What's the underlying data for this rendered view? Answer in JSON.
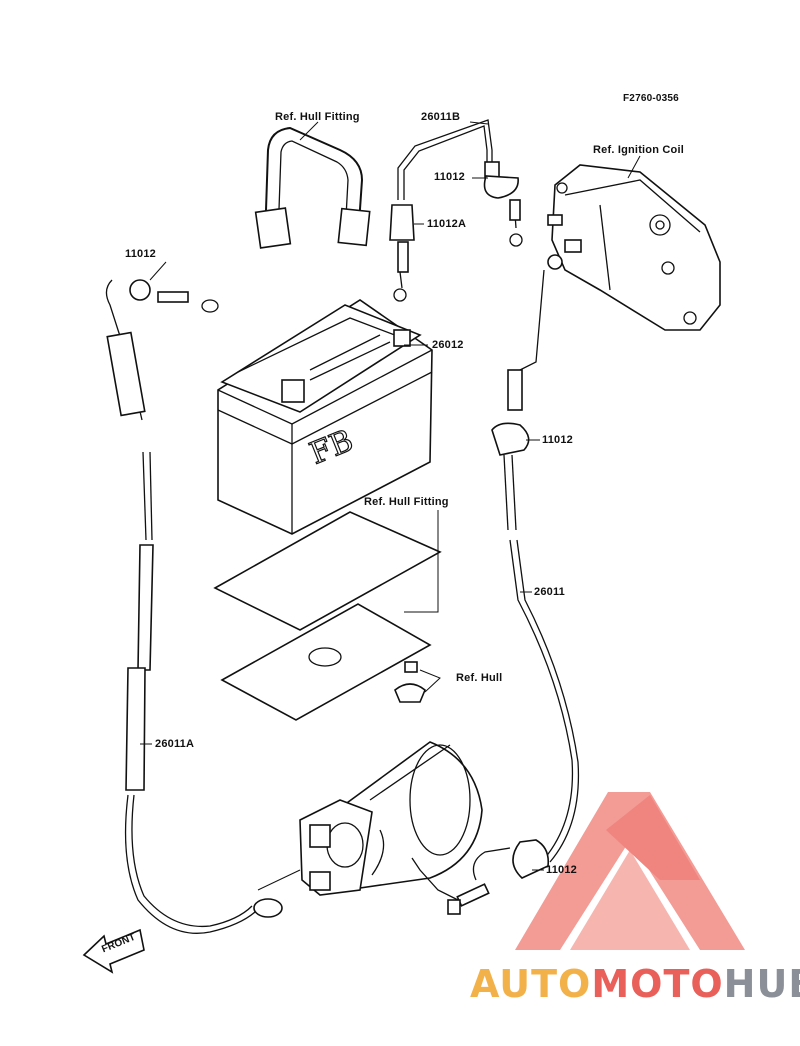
{
  "figure": {
    "code": "F2760-0356"
  },
  "labels": {
    "ref_hull_fitting_top": "Ref. Hull Fitting",
    "ref_ignition_coil": "Ref. Ignition Coil",
    "ref_hull_fitting_mid": "Ref. Hull Fitting",
    "ref_hull": "Ref. Hull",
    "battery_mark": "FB",
    "front_arrow": "FRONT"
  },
  "part_numbers": {
    "p26011B": "26011B",
    "p11012_top_cap": "11012",
    "p11012A": "11012A",
    "p11012_left": "11012",
    "p26012": "26012",
    "p11012_right": "11012",
    "p26011": "26011",
    "p26011A": "26011A",
    "p11012_bottom": "11012"
  },
  "watermark": {
    "part1": "AUTO",
    "part2": "MOTO",
    "part3": "HUB",
    "colors": [
      "#f3b14a",
      "#e9605a",
      "#8a8f98"
    ]
  }
}
